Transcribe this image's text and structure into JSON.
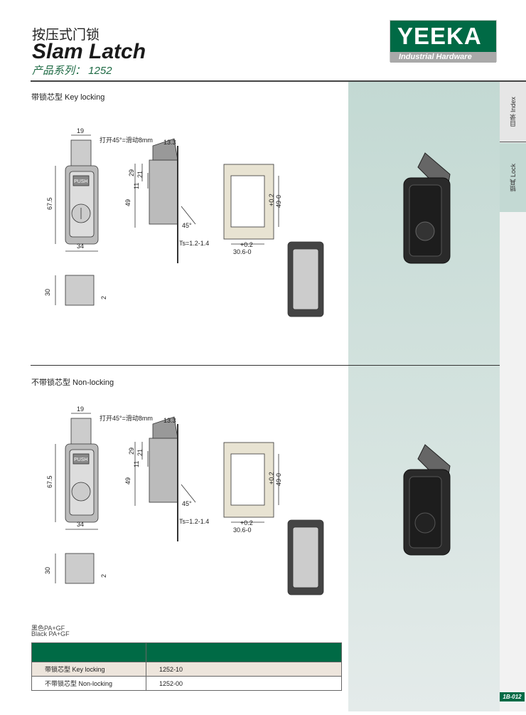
{
  "header": {
    "title_cn": "按压式门锁",
    "title_en": "Slam Latch",
    "series": "产品系列： 1252"
  },
  "logo": {
    "brand": "YEEKA",
    "tagline": "Industrial Hardware"
  },
  "side_tabs": [
    {
      "label": "目录 Index"
    },
    {
      "label": "锁具 Lock"
    }
  ],
  "sections": [
    {
      "label": "带锁芯型 Key locking",
      "dims": {
        "w19": "19",
        "open": "打开45°=滑动8mm",
        "d133": "13.3",
        "d29": "29",
        "d21": "21",
        "d11": "11",
        "d49": "49",
        "h675": "67.5",
        "w34": "34",
        "ts": "Ts=1.2-1.4",
        "a45": "45°",
        "cut_h_tol": "+0.2",
        "cut_h": "49-0",
        "cut_w_tol": "+0.2",
        "cut_w": "30.6-0",
        "d30": "30",
        "d2": "2",
        "push": "PUSH"
      }
    },
    {
      "label": "不带锁芯型 Non-locking",
      "dims": {
        "w19": "19",
        "open": "打开45°=滑动8mm",
        "d133": "13.3",
        "d29": "29",
        "d21": "21",
        "d11": "11",
        "d49": "49",
        "h675": "67.5",
        "w34": "34",
        "ts": "Ts=1.2-1.4",
        "a45": "45°",
        "cut_h_tol": "+0.2",
        "cut_h": "49-0",
        "cut_w_tol": "+0.2",
        "cut_w": "30.6-0",
        "d30": "30",
        "d2": "2",
        "push": "PUSH"
      }
    }
  ],
  "material": {
    "cn": "黑色PA+GF",
    "en": "Black PA+GF"
  },
  "table": {
    "rows": [
      {
        "type": "带锁芯型 Key locking",
        "code": "1252-10"
      },
      {
        "type": "不带锁芯型 Non-locking",
        "code": "1252-00"
      }
    ]
  },
  "page_number": "1B-012",
  "colors": {
    "brand_green": "#006a45",
    "panel": "#c3d9d3",
    "row_beige": "#ede5dc"
  }
}
